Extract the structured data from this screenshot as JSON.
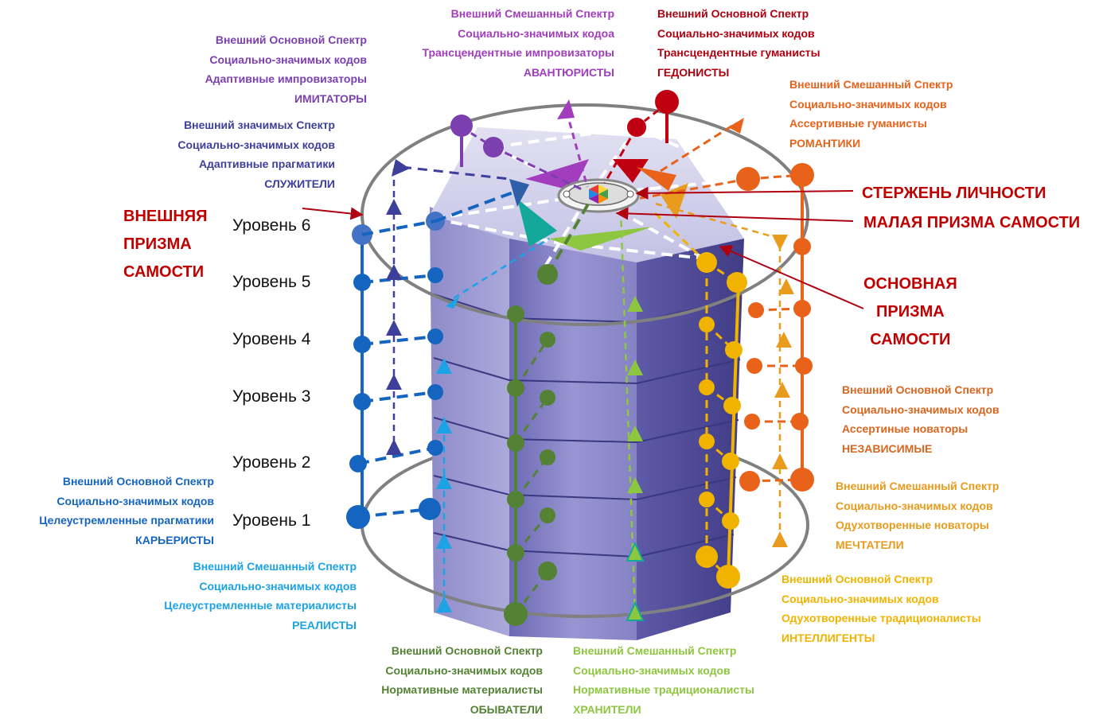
{
  "colors": {
    "purple": "#7B3FB0",
    "violet": "#9B3FC0",
    "red": "#B00010",
    "orange": "#E86A1A",
    "dark_orange": "#D9661F",
    "amber": "#E89B1C",
    "yellow": "#F0B400",
    "navy": "#3D3F9B",
    "blue": "#1565C0",
    "cyan": "#1BA3E6",
    "green": "#548235",
    "light_green": "#8DC63F",
    "title_red": "#C00000",
    "prism_body": "#8A87C7",
    "ellipse": "#808080"
  },
  "levels": [
    "Уровень 6",
    "Уровень 5",
    "Уровень 4",
    "Уровень 3",
    "Уровень 2",
    "Уровень 1"
  ],
  "titles": {
    "outer_prism": [
      "ВНЕШНЯЯ",
      "ПРИЗМА",
      "САМОСТИ"
    ],
    "core": "СТЕРЖЕНЬ ЛИЧНОСТИ",
    "small_prism": "МАЛАЯ ПРИЗМА САМОСТИ",
    "main_prism": [
      "ОСНОВНАЯ",
      "ПРИЗМА",
      "САМОСТИ"
    ]
  },
  "types": {
    "imitators": [
      "Внешний Основной Спектр",
      "Социально-значимых кодов",
      "Адаптивные импровизаторы",
      "ИМИТАТОРЫ"
    ],
    "adventurers": [
      "Внешний Смешанный Спектр",
      "Социально-значимых кодоа",
      "Трансцендентные импровизаторы",
      "АВАНТЮРИСТЫ"
    ],
    "hedonists": [
      "Внешний Основной Спектр",
      "Социально-значимых кодов",
      "Трансцендентные гуманисты",
      "ГЕДОНИСТЫ"
    ],
    "romantics": [
      "Внешний Смешанный Спектр",
      "Социально-значимых кодов",
      "Ассертивные гуманисты",
      "РОМАНТИКИ"
    ],
    "servants": [
      "Внешний значимых Спектр",
      "Социально-значимых кодов",
      "Адаптивные прагматики",
      "СЛУЖИТЕЛИ"
    ],
    "independents": [
      "Внешний Основной Спектр",
      "Социально-значимых кодов",
      "Ассертиные новаторы",
      "НЕЗАВИСИМЫЕ"
    ],
    "dreamers": [
      "Внешний Смешанный Спектр",
      "Социально-значимых кодов",
      "Одухотворенные новаторы",
      "МЕЧТАТЕЛИ"
    ],
    "careerists": [
      "Внешний Основной Спектр",
      "Социально-значимых кодов",
      "Целеустремленные прагматики",
      "КАРЬЕРИСТЫ"
    ],
    "realists": [
      "Внешний Смешанный Спектр",
      "Социально-значимых кодов",
      "Целеустремленные материалисты",
      "РЕАЛИСТЫ"
    ],
    "intellectuals": [
      "Внешний Основной Спектр",
      "Социально-значимых кодов",
      "Одухотворенные традиционалисты",
      "ИНТЕЛЛИГЕНТЫ"
    ],
    "philistines": [
      "Внешний Основной Спектр",
      "Социально-значимых кодов",
      "Нормативные материалисты",
      "ОБЫВАТЕЛИ"
    ],
    "keepers": [
      "Внешний Смешанный Спектр",
      "Социально-значимых кодов",
      "Нормативные традиционалисты",
      "ХРАНИТЕЛИ"
    ]
  }
}
